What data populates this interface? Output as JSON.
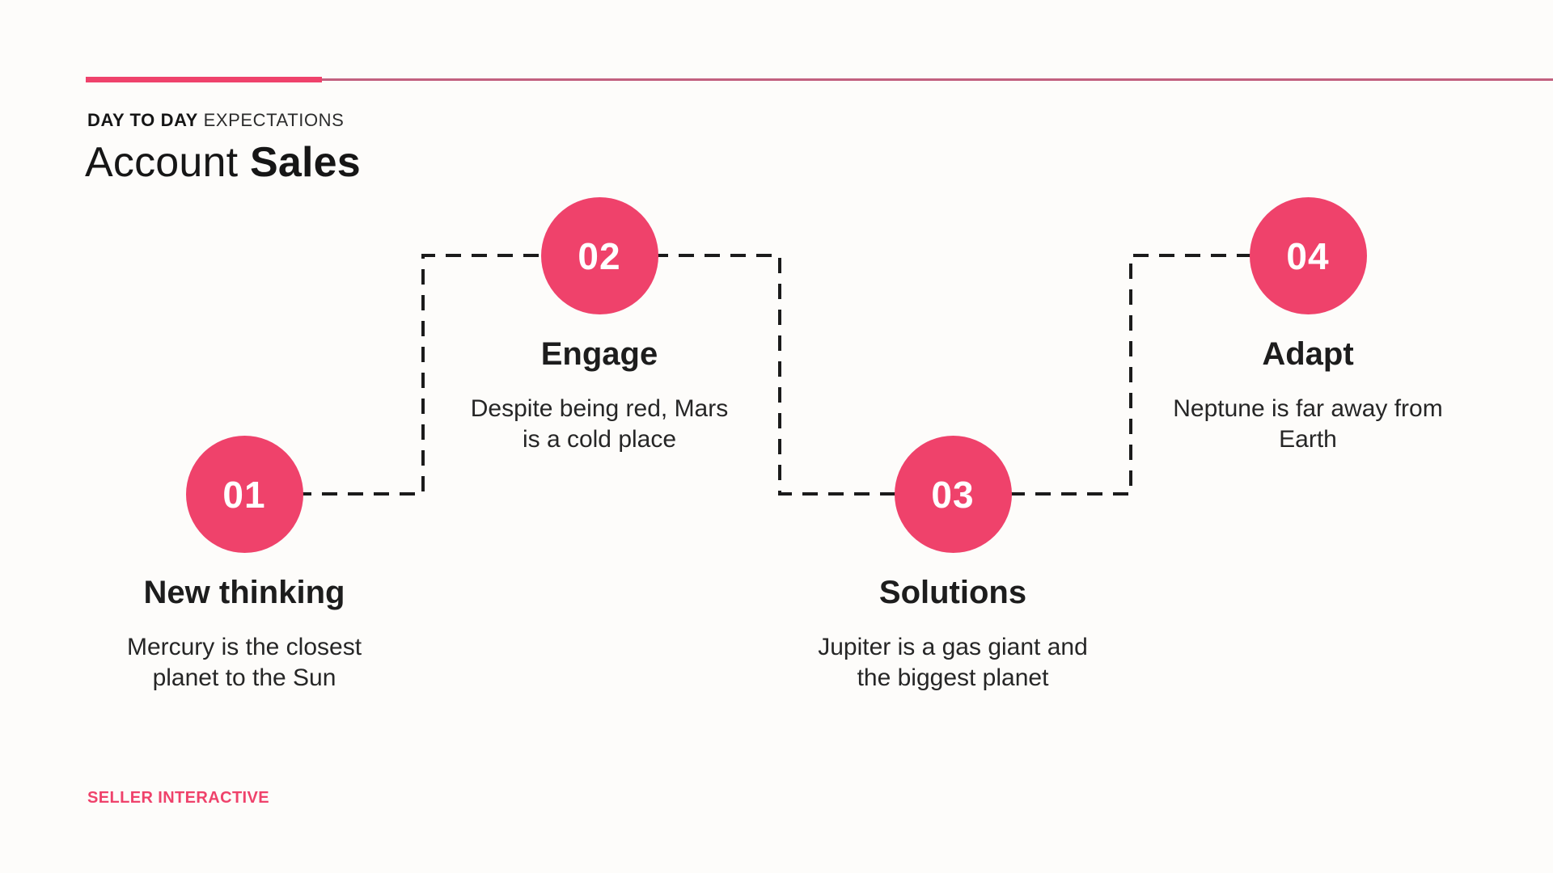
{
  "header": {
    "kicker_bold": "DAY TO DAY",
    "kicker_regular": "EXPECTATIONS",
    "title_regular": "Account",
    "title_bold": "Sales"
  },
  "steps": [
    {
      "number": "01",
      "title": "New thinking",
      "description": "Mercury is the closest planet to the Sun"
    },
    {
      "number": "02",
      "title": "Engage",
      "description": "Despite being red, Mars is a cold place"
    },
    {
      "number": "03",
      "title": "Solutions",
      "description": "Jupiter is a gas giant and the biggest planet"
    },
    {
      "number": "04",
      "title": "Adapt",
      "description": "Neptune is far away from Earth"
    }
  ],
  "footer": {
    "brand": "SELLER INTERACTIVE"
  },
  "colors": {
    "accent": "#ef426b",
    "line_thin": "#c2617f",
    "ink": "#1b1b1b",
    "background": "#fdfcfa"
  }
}
